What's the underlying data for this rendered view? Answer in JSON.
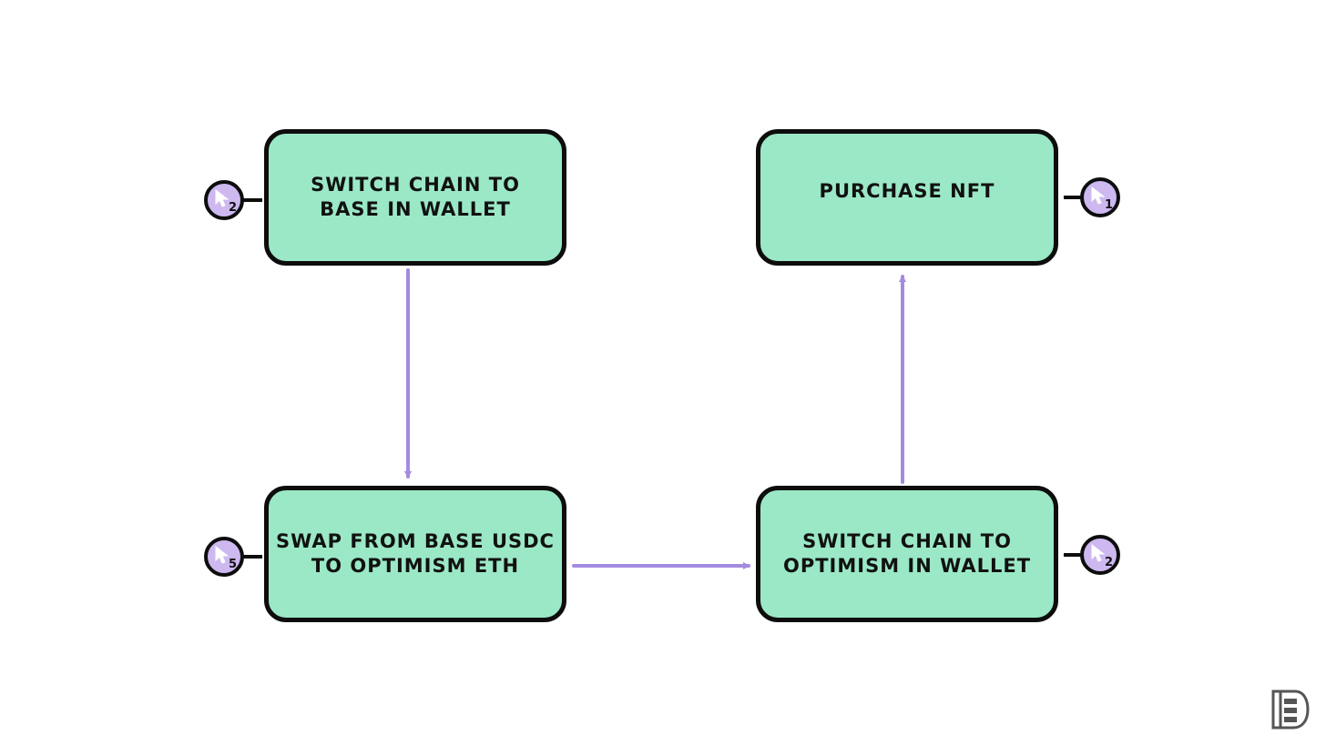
{
  "diagram": {
    "steps": [
      {
        "id": "switch-base",
        "label": "SWITCH CHAIN TO\nBASE IN WALLET",
        "clicks": "2"
      },
      {
        "id": "purchase-nft",
        "label": "PURCHASE NFT",
        "clicks": "1"
      },
      {
        "id": "swap",
        "label": "SWAP FROM BASE USDC\nTO OPTIMISM ETH",
        "clicks": "5"
      },
      {
        "id": "switch-optimism",
        "label": "SWITCH CHAIN TO\nOPTIMISM IN WALLET",
        "clicks": "2"
      }
    ],
    "flow": [
      [
        "switch-base",
        "swap"
      ],
      [
        "swap",
        "switch-optimism"
      ],
      [
        "switch-optimism",
        "purchase-nft"
      ]
    ],
    "colors": {
      "box_fill": "#9be8c6",
      "box_border": "#0d0d0d",
      "badge_fill": "#cdb8f0",
      "arrow": "#a58be0"
    },
    "badge_icon": "cursor-pointer-icon",
    "logo_icon": "publisher-logo-icon"
  }
}
